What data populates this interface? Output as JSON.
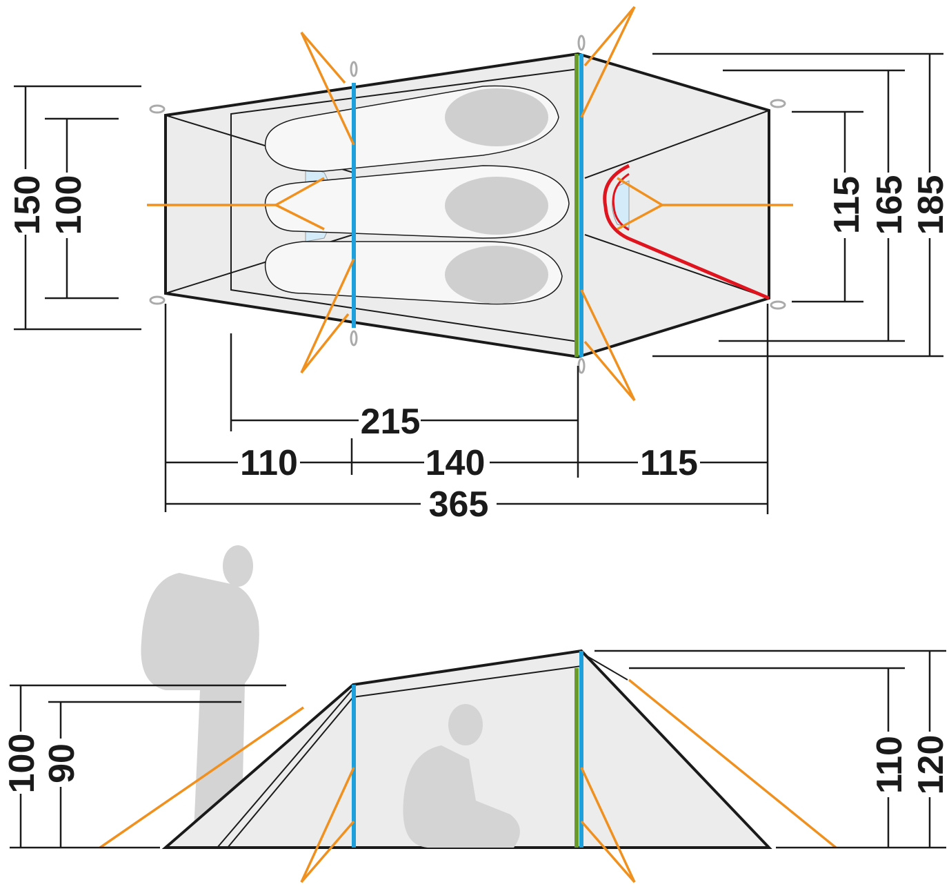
{
  "title": "Tent floor plan and side elevation with dimensions (cm)",
  "colors": {
    "guy_line": "#f0901e",
    "pole_blue": "#1ea0dc",
    "pole_green": "#6a9a2a",
    "door": "#e0141e",
    "tent_fill": "#ececec",
    "outline": "#1a1a1a"
  },
  "top_view": {
    "left_dims": {
      "outer": "150",
      "inner": "100"
    },
    "right_dims": {
      "inner": "115",
      "middle": "165",
      "outer": "185"
    },
    "bottom_dims": {
      "inner_length": "215",
      "front_vestibule": "110",
      "center": "140",
      "rear_vestibule": "115",
      "total": "365"
    }
  },
  "side_view": {
    "left_dims": {
      "outer": "100",
      "inner": "90"
    },
    "right_dims": {
      "inner": "110",
      "outer": "120"
    }
  }
}
